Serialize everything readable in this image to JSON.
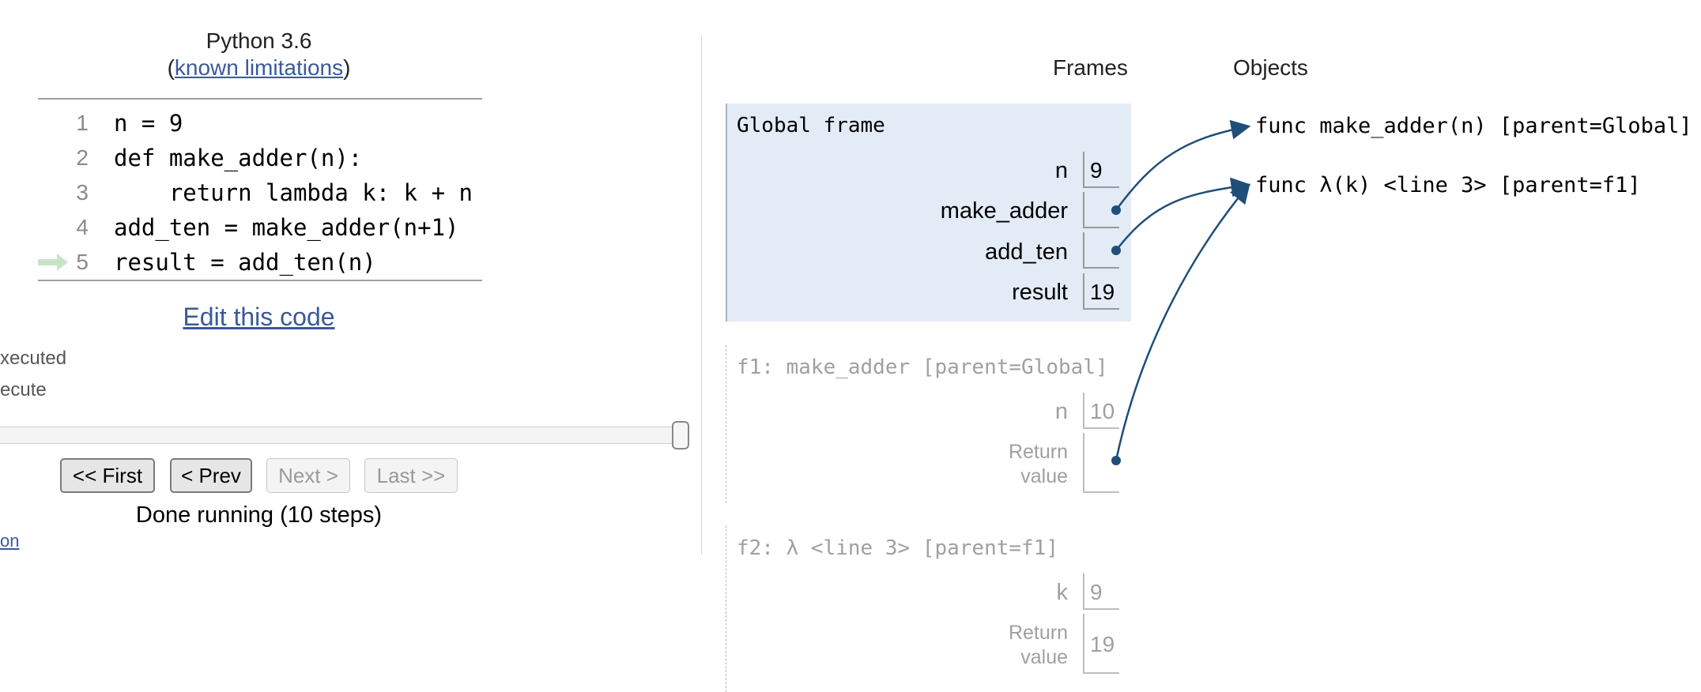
{
  "header": {
    "language": "Python 3.6",
    "limits_open": "(",
    "limits_link": "known limitations",
    "limits_close": ")"
  },
  "code": {
    "lines": [
      {
        "num": "1",
        "text": "n = 9"
      },
      {
        "num": "2",
        "text": "def make_adder(n):"
      },
      {
        "num": "3",
        "text": "    return lambda k: k + n"
      },
      {
        "num": "4",
        "text": "add_ten = make_adder(n+1)"
      },
      {
        "num": "5",
        "text": "result = add_ten(n)"
      }
    ],
    "current_line": 5,
    "arrow_color": "#c9e3c9"
  },
  "edit_link": "Edit this code",
  "legend": {
    "executed": "xecuted",
    "execute": "ecute"
  },
  "slider": {
    "position_fraction": 1.0
  },
  "navigation": {
    "first": "<< First",
    "prev": "< Prev",
    "next": "Next >",
    "last": "Last >>"
  },
  "status": "Done running (10 steps)",
  "bottom_link": "on",
  "visualization": {
    "frames_header": "Frames",
    "objects_header": "Objects",
    "global_frame": {
      "title": "Global frame",
      "vars": [
        {
          "name": "n",
          "value": "9"
        },
        {
          "name": "make_adder",
          "value": ""
        },
        {
          "name": "add_ten",
          "value": ""
        },
        {
          "name": "result",
          "value": "19"
        }
      ]
    },
    "f1_frame": {
      "title": "f1: make_adder [parent=Global]",
      "vars": [
        {
          "name": "n",
          "value": "10"
        },
        {
          "name": "Return",
          "name2": "value",
          "value": ""
        }
      ]
    },
    "f2_frame": {
      "title": "f2: λ <line 3> [parent=f1]",
      "vars": [
        {
          "name": "k",
          "value": "9"
        },
        {
          "name": "Return",
          "name2": "value",
          "value": "19"
        }
      ]
    },
    "objects": [
      {
        "label": "func make_adder(n) [parent=Global]"
      },
      {
        "label": "func λ(k) <line 3> [parent=f1]"
      }
    ]
  },
  "colors": {
    "link": "#3b5998",
    "frame_bg": "#e2ebf6",
    "pointer": "#1f4e79",
    "dim_text": "#a0a0a0"
  }
}
